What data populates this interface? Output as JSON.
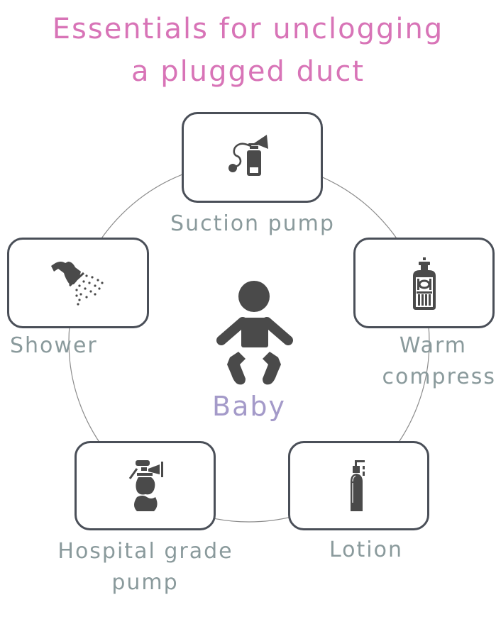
{
  "title": {
    "line1": "Essentials for unclogging",
    "line2": "a plugged duct"
  },
  "center": {
    "label": "Baby",
    "icon": "baby-icon"
  },
  "items": [
    {
      "label": "Suction pump",
      "icon": "suction-pump-icon"
    },
    {
      "label": "Warm compress",
      "label_line1": "Warm",
      "label_line2": "compress",
      "icon": "hot-water-bottle-icon"
    },
    {
      "label": "Lotion",
      "icon": "lotion-bottle-icon"
    },
    {
      "label": "Hospital grade pump",
      "label_line1": "Hospital grade",
      "label_line2": "pump",
      "icon": "hospital-grade-pump-icon"
    },
    {
      "label": "Shower",
      "icon": "shower-icon"
    }
  ],
  "colors": {
    "title": "#d874b7",
    "center_label": "#a49ac9",
    "item_label": "#8a9a9c",
    "box_border": "#4a4f58",
    "icon_fill": "#4a4a4a",
    "ring": "#8c8c8c"
  }
}
